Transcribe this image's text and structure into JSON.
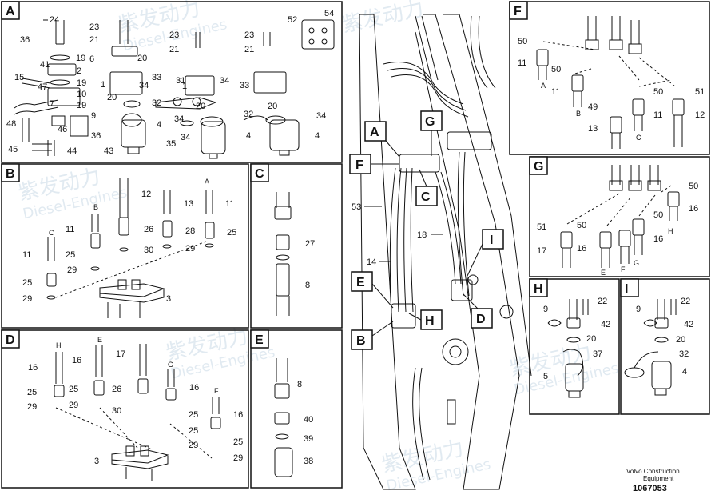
{
  "panels": [
    {
      "key": "A",
      "parts": [
        "24",
        "36",
        "23",
        "21",
        "52",
        "54",
        "41",
        "19",
        "6",
        "20",
        "23",
        "21",
        "23",
        "21",
        "15",
        "2",
        "33",
        "19",
        "31",
        "47",
        "10",
        "1",
        "34",
        "1",
        "34",
        "33",
        "7",
        "19",
        "20",
        "32",
        "20",
        "32",
        "20",
        "48",
        "46",
        "9",
        "34",
        "35",
        "34",
        "4",
        "4",
        "4",
        "45",
        "44",
        "36",
        "43"
      ]
    },
    {
      "key": "B",
      "parts": [
        "12",
        "13",
        "11",
        "11",
        "26",
        "28",
        "25",
        "25",
        "30",
        "29",
        "29",
        "11",
        "25",
        "29",
        "3"
      ],
      "connectors": [
        "A",
        "B",
        "C"
      ]
    },
    {
      "key": "C",
      "parts": [
        "27",
        "8"
      ]
    },
    {
      "key": "D",
      "parts": [
        "17",
        "16",
        "16",
        "16",
        "25",
        "25",
        "26",
        "25",
        "29",
        "29",
        "30",
        "25",
        "29",
        "16",
        "3",
        "25",
        "29"
      ],
      "connectors": [
        "H",
        "E",
        "G",
        "F"
      ]
    },
    {
      "key": "E",
      "parts": [
        "8",
        "40",
        "39",
        "38"
      ]
    },
    {
      "key": "F",
      "parts": [
        "50",
        "11",
        "50",
        "11",
        "50",
        "51",
        "49",
        "13",
        "11",
        "12"
      ],
      "connectors": [
        "A",
        "B",
        "C"
      ]
    },
    {
      "key": "G",
      "parts": [
        "50",
        "16",
        "51",
        "50",
        "50",
        "17",
        "16",
        "16"
      ],
      "connectors": [
        "H",
        "E",
        "F",
        "G"
      ]
    },
    {
      "key": "H",
      "parts": [
        "9",
        "22",
        "42",
        "20",
        "37",
        "5"
      ]
    },
    {
      "key": "I",
      "parts": [
        "9",
        "22",
        "42",
        "20",
        "32",
        "4"
      ]
    }
  ],
  "main_view": {
    "callouts": [
      "A",
      "G",
      "F",
      "C",
      "I",
      "E",
      "H",
      "B",
      "D"
    ],
    "parts": [
      "53",
      "18",
      "14"
    ]
  },
  "footer": {
    "caption_line1": "Volvo Construction",
    "caption_line2": "Equipment",
    "doc_number": "1067053"
  },
  "watermark": {
    "cn": "紫发动力",
    "en": "Diesel-Engines"
  },
  "colors": {
    "line": "#111111",
    "background": "#ffffff",
    "watermark": "#c9d9e6"
  }
}
